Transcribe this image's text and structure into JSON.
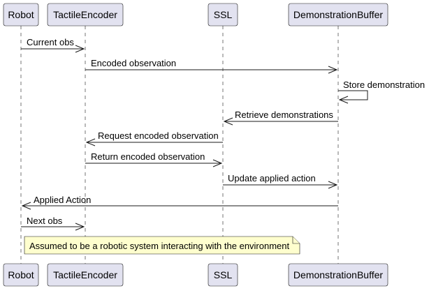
{
  "participants": [
    {
      "id": "robot",
      "label": "Robot"
    },
    {
      "id": "tactile",
      "label": "TactileEncoder"
    },
    {
      "id": "ssl",
      "label": "SSL"
    },
    {
      "id": "buffer",
      "label": "DemonstrationBuffer"
    }
  ],
  "messages": [
    {
      "from": "robot",
      "to": "tactile",
      "label": "Current obs"
    },
    {
      "from": "tactile",
      "to": "buffer",
      "label": "Encoded observation"
    },
    {
      "from": "buffer",
      "to": "buffer",
      "label": "Store demonstration"
    },
    {
      "from": "buffer",
      "to": "ssl",
      "label": "Retrieve demonstrations"
    },
    {
      "from": "ssl",
      "to": "tactile",
      "label": "Request encoded observation"
    },
    {
      "from": "tactile",
      "to": "ssl",
      "label": "Return encoded observation"
    },
    {
      "from": "ssl",
      "to": "buffer",
      "label": "Update applied action"
    },
    {
      "from": "buffer",
      "to": "robot",
      "label": "Applied Action"
    },
    {
      "from": "robot",
      "to": "tactile",
      "label": "Next obs"
    }
  ],
  "note": {
    "text": "Assumed to be a robotic system interacting with the environment"
  },
  "colors": {
    "participant_fill": "#e2e2f0",
    "note_fill": "#fefece",
    "stroke": "#181818"
  }
}
